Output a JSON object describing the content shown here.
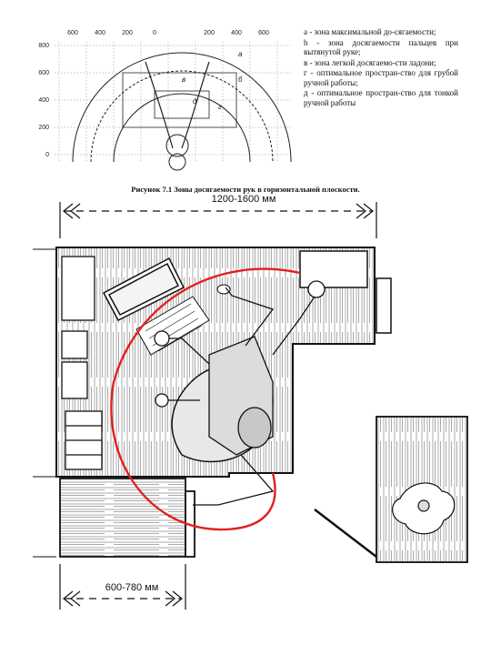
{
  "chart": {
    "x_ticks": [
      "600",
      "400",
      "200",
      "0",
      "200",
      "400",
      "600"
    ],
    "y_ticks": [
      "800",
      "600",
      "400",
      "200",
      "0"
    ],
    "zone_labels": [
      "а",
      "б",
      "в",
      "г",
      "д"
    ]
  },
  "legend": [
    "а - зона максимальной до-сягаемости;",
    "b - зона досягаемости пальцев при вытянутой руке;",
    "в - зона легкой досягаемо-сти ладони;",
    "г - оптимальное простран-ство для грубой ручной работы;",
    "д - оптимальное простран-ство для тонкой ручной работы"
  ],
  "caption": "Рисунок 7.1 Зоны досягаемости рук в горизонтальной плоскости.",
  "dimensions": {
    "top": "1200-1600 мм",
    "bottom": "600-780 мм"
  }
}
